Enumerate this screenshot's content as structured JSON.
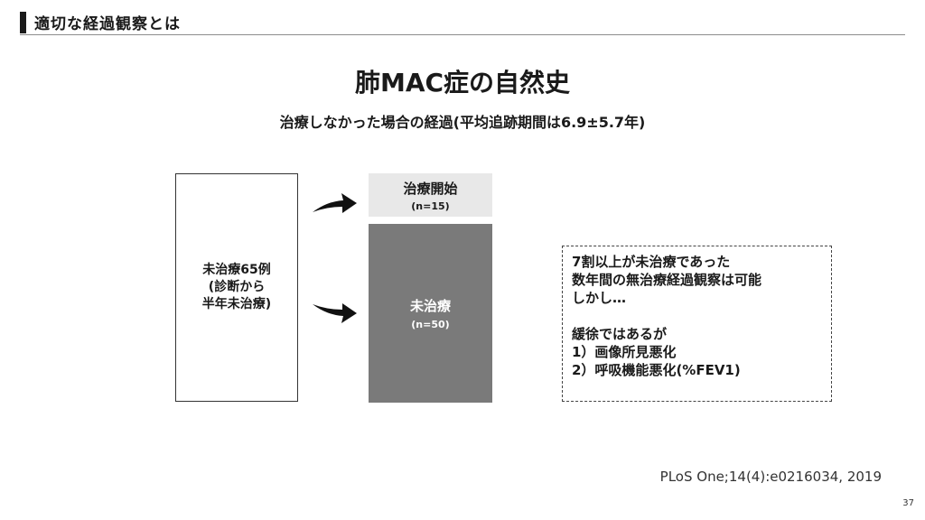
{
  "header": {
    "section_title": "適切な経過観察とは"
  },
  "slide": {
    "title": "肺MAC症の自然史",
    "subtitle": "治療しなかった場合の経過(平均追跡期間は6.9±5.7年)"
  },
  "diagram": {
    "cohort_lines": [
      "未治療65例",
      "(診断から",
      "半年未治療)"
    ],
    "treatment_started": {
      "label": "治療開始",
      "n": "(n=15)",
      "count": 15
    },
    "untreated": {
      "label": "未治療",
      "n": "(n=50)",
      "count": 50
    }
  },
  "note": {
    "lines": [
      "7割以上が未治療であった",
      "数年間の無治療経過観察は可能",
      "しかし…",
      "",
      "緩徐ではあるが",
      "1）画像所見悪化",
      "2）呼吸機能悪化(%FEV1)"
    ]
  },
  "footer": {
    "citation": "PLoS One;14(4):e0216034, 2019",
    "page_number": "37"
  },
  "colors": {
    "treat_box": "#e8e8e8",
    "untreated_box": "#7a7a7a"
  }
}
